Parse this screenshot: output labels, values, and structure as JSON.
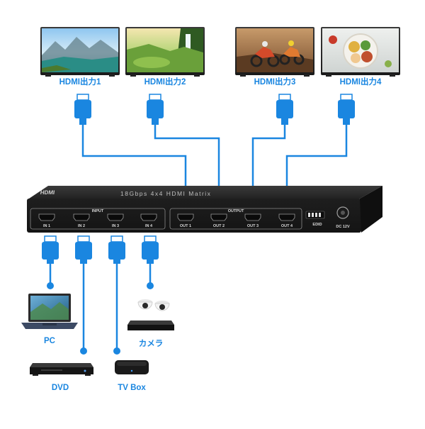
{
  "outputs": [
    {
      "label": "HDMI出力1",
      "scene": "lake-mountains"
    },
    {
      "label": "HDMI出力2",
      "scene": "waterfall"
    },
    {
      "label": "HDMI出力3",
      "scene": "motocross"
    },
    {
      "label": "HDMI出力4",
      "scene": "food-bowl"
    }
  ],
  "inputs": [
    {
      "label": "PC",
      "device": "laptop"
    },
    {
      "label": "DVD",
      "device": "dvd-player"
    },
    {
      "label": "TV Box",
      "device": "tv-box"
    },
    {
      "label": "カメラ",
      "device": "security-cameras"
    }
  ],
  "device": {
    "brand": "HDMI",
    "title": "18Gbps 4x4 HDMI Matrix",
    "input_group": "INPUT",
    "output_group": "OUTPUT",
    "input_ports": [
      "IN 1",
      "IN 2",
      "IN 3",
      "IN 4"
    ],
    "output_ports": [
      "OUT 1",
      "OUT 2",
      "OUT 3",
      "OUT 4"
    ],
    "edid_label": "EDID",
    "power_label": "DC 12V"
  },
  "colors": {
    "cable": "#1a86e0",
    "label": "#1a86e0",
    "device_body": "#232323"
  }
}
